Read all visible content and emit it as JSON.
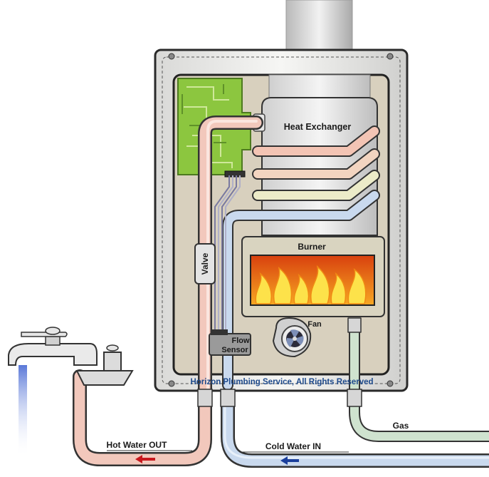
{
  "labels": {
    "heat_exchanger": "Heat Exchanger",
    "burner": "Burner",
    "valve": "Valve",
    "flow_sensor_line1": "Flow",
    "flow_sensor_line2": "Sensor",
    "fan": "Fan",
    "hot_water_out": "Hot Water OUT",
    "cold_water_in": "Cold Water IN",
    "gas": "Gas"
  },
  "footer": {
    "credit": "Horizon Plumbing Service, All Rights Reserved"
  },
  "colors": {
    "cabinet": "#ececea",
    "interior": "#d8d0be",
    "hot_pipe": "#f2c8bc",
    "cold_pipe": "#c9d9ee",
    "gas_pipe": "#cfe3cf",
    "circuit_board": "#8cc63f",
    "flame": "#f5a41c",
    "hot_arrow": "#c8181e",
    "cold_arrow": "#1b3f9c",
    "credit_text": "#1e4a8c"
  }
}
